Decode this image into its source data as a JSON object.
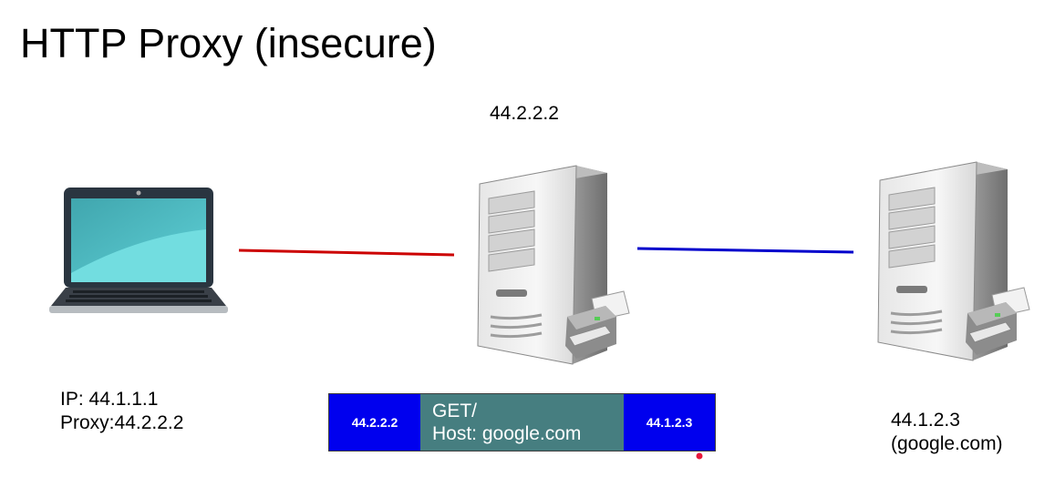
{
  "title": "HTTP Proxy (insecure)",
  "proxy": {
    "ip": "44.2.2.2"
  },
  "client": {
    "ip_line": "IP: 44.1.1.1",
    "proxy_line": "Proxy:44.2.2.2"
  },
  "destination": {
    "ip_line": "44.1.2.3",
    "host_line": "(google.com)"
  },
  "packet": {
    "src_ip": "44.2.2.2",
    "payload_line1": "GET/",
    "payload_line2": "Host: google.com",
    "dst_ip": "44.1.2.3"
  },
  "colors": {
    "client_proxy_link": "#cc0000",
    "proxy_dest_link": "#0000cc",
    "packet_ip_fill": "#0000ee",
    "packet_payload_fill": "#467e80"
  },
  "icons": [
    "laptop-icon",
    "proxy-server-icon",
    "destination-server-icon"
  ]
}
